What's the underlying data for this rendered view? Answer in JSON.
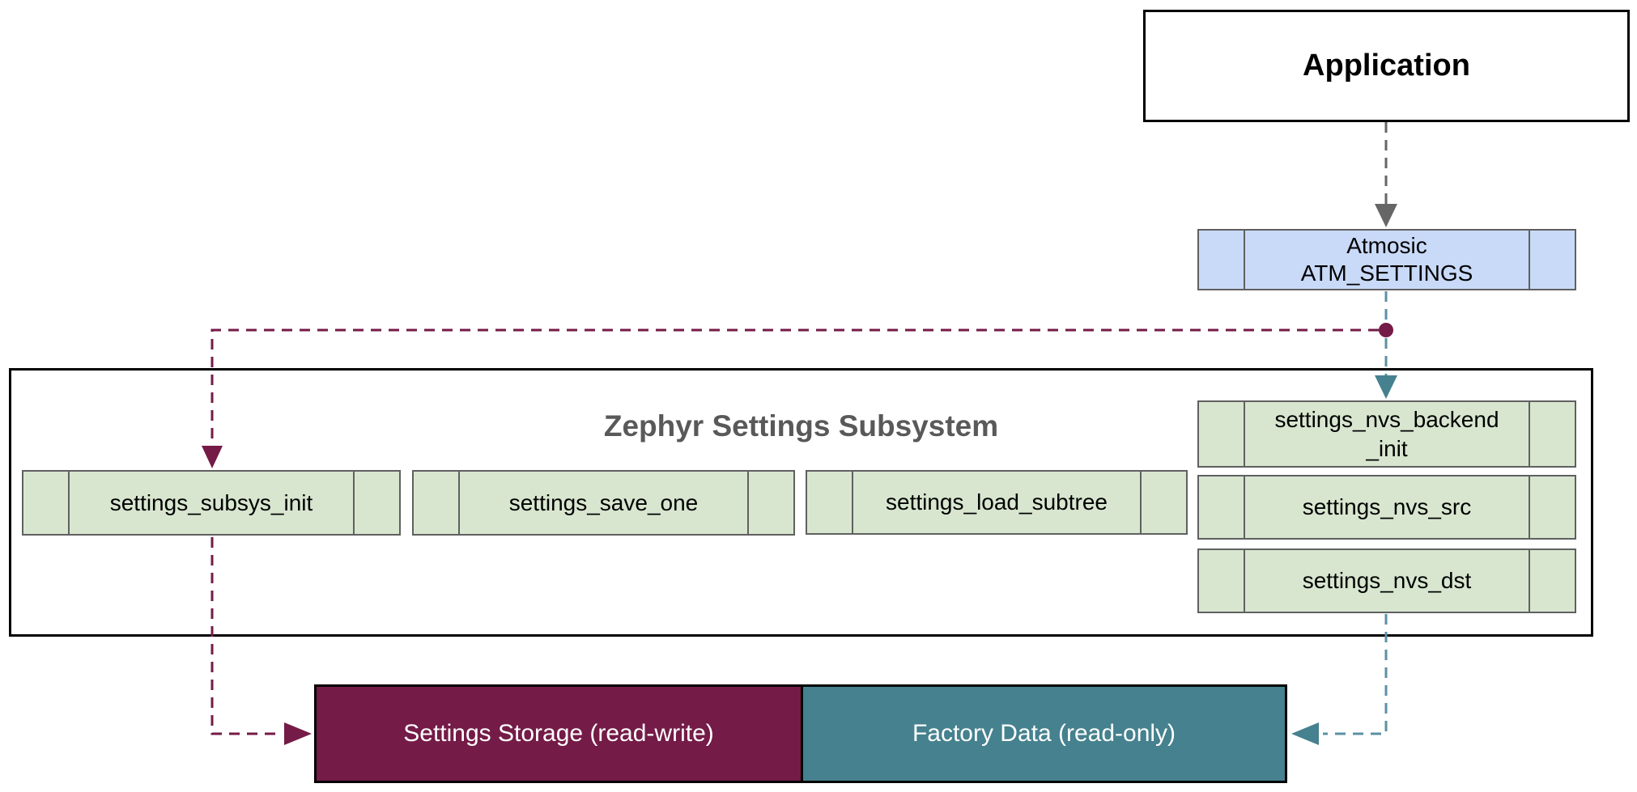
{
  "colors": {
    "component_blue_fill": "#c9daf8",
    "component_green_fill": "#d8e6d0",
    "component_border_gray": "#606060",
    "container_border_black": "#000000",
    "maroon_accent": "#741b47",
    "teal_accent": "#45818e",
    "teal_line": "#5b91a3",
    "gray_line": "#666666",
    "subsystem_title_gray": "#595959",
    "storage_text_white": "#ffffff"
  },
  "application": {
    "label": "Application"
  },
  "atm_settings": {
    "line1": "Atmosic",
    "line2": "ATM_SETTINGS"
  },
  "subsystem": {
    "title": "Zephyr Settings Subsystem",
    "functions": [
      {
        "label": "settings_subsys_init"
      },
      {
        "label": "settings_save_one"
      },
      {
        "label": "settings_load_subtree"
      }
    ],
    "nvs": [
      {
        "line1": "settings_nvs_backend",
        "line2": "_init"
      },
      {
        "label": "settings_nvs_src"
      },
      {
        "label": "settings_nvs_dst"
      }
    ]
  },
  "storage": {
    "settings_storage_label": "Settings Storage (read-write)",
    "factory_data_label": "Factory Data (read-only)"
  }
}
